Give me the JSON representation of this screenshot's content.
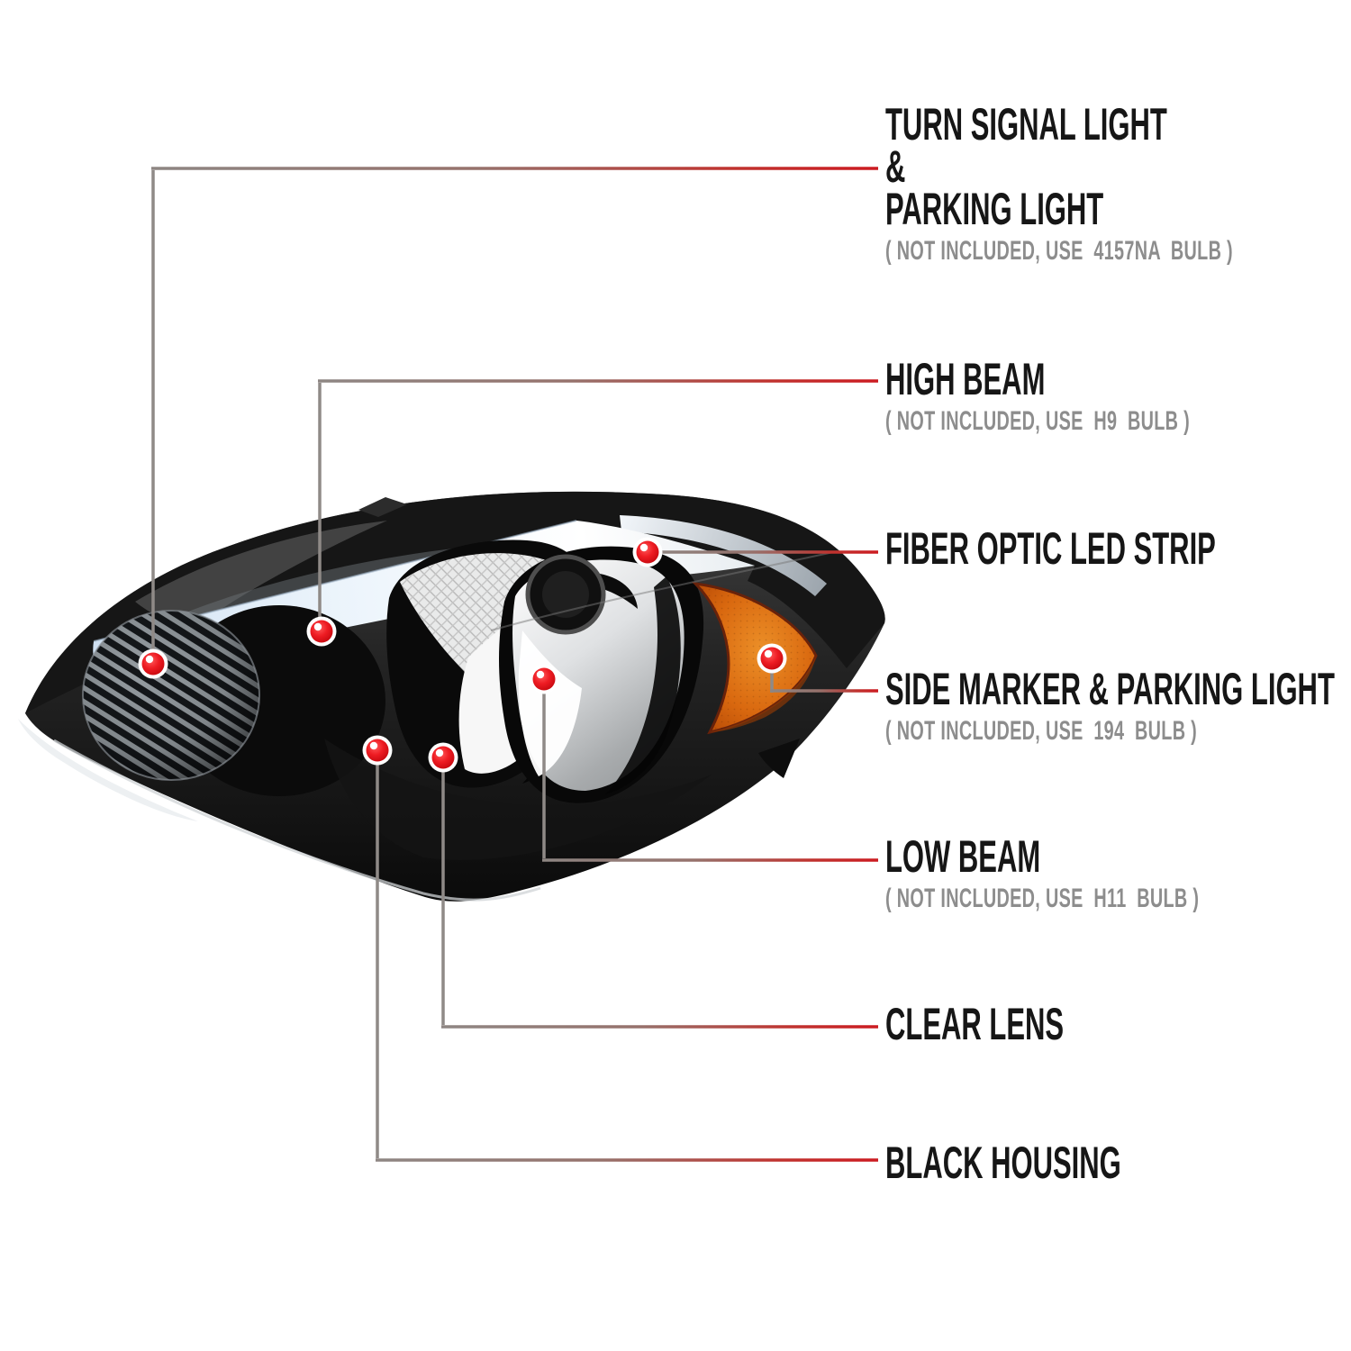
{
  "labels": [
    {
      "id": "turn-signal",
      "lines": [
        "TURN SIGNAL LIGHT",
        "&",
        "PARKING LIGHT"
      ],
      "note": "( NOT INCLUDED, USE  4157NA  BULB )"
    },
    {
      "id": "high-beam",
      "lines": [
        "HIGH BEAM"
      ],
      "note": "( NOT INCLUDED, USE  H9  BULB )"
    },
    {
      "id": "fiber-optic",
      "lines": [
        "FIBER OPTIC LED STRIP"
      ],
      "note": ""
    },
    {
      "id": "side-marker",
      "lines": [
        "SIDE MARKER & PARKING LIGHT"
      ],
      "note": "( NOT INCLUDED, USE  194  BULB )"
    },
    {
      "id": "low-beam",
      "lines": [
        "LOW BEAM"
      ],
      "note": "( NOT INCLUDED, USE  H11  BULB )"
    },
    {
      "id": "clear-lens",
      "lines": [
        "CLEAR LENS"
      ],
      "note": ""
    },
    {
      "id": "black-housing",
      "lines": [
        "BLACK HOUSING"
      ],
      "note": ""
    }
  ],
  "colors": {
    "accent_red": "#cc1b21",
    "callout_gray": "#8f8a87",
    "title_text": "#161616",
    "note_text": "#8d8d8d",
    "amber_marker": "#d9680f",
    "led_strip": "#e9f2fb",
    "housing_black": "#111111",
    "background": "#ffffff"
  },
  "marker_icon": "red-dot-marker"
}
